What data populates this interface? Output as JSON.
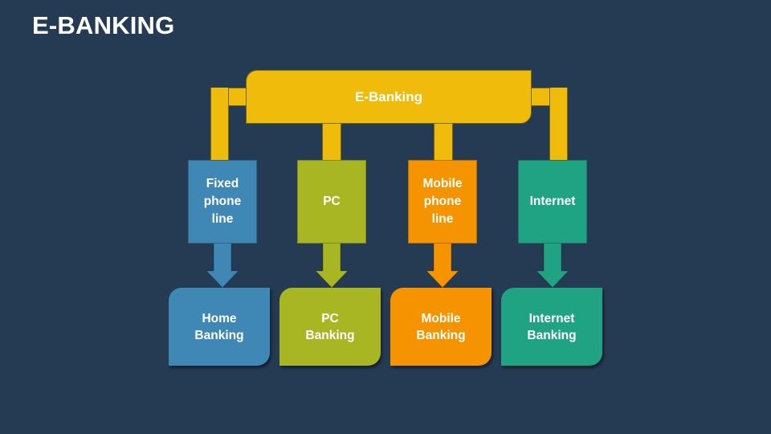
{
  "title": "E-BANKING",
  "colors": {
    "background": "#253a53",
    "root": "#f0bc0c",
    "blue": "#3f88b6",
    "green": "#a8b624",
    "orange": "#f59300",
    "teal": "#1fa383"
  },
  "root": {
    "label": "E-Banking"
  },
  "channels": [
    {
      "label": "Fixed phone line",
      "lines": [
        "Fixed",
        "phone",
        "line"
      ],
      "color": "#3f88b6",
      "result": {
        "lines": [
          "Home",
          "Banking"
        ],
        "label": "Home Banking"
      }
    },
    {
      "label": "PC",
      "lines": [
        "PC"
      ],
      "color": "#a8b624",
      "result": {
        "lines": [
          "PC",
          "Banking"
        ],
        "label": "PC Banking"
      }
    },
    {
      "label": "Mobile phone line",
      "lines": [
        "Mobile",
        "phone",
        "line"
      ],
      "color": "#f59300",
      "result": {
        "lines": [
          "Mobile",
          "Banking"
        ],
        "label": "Mobile Banking"
      }
    },
    {
      "label": "Internet",
      "lines": [
        "Internet"
      ],
      "color": "#1fa383",
      "result": {
        "lines": [
          "Internet",
          "Banking"
        ],
        "label": "Internet Banking"
      }
    }
  ]
}
